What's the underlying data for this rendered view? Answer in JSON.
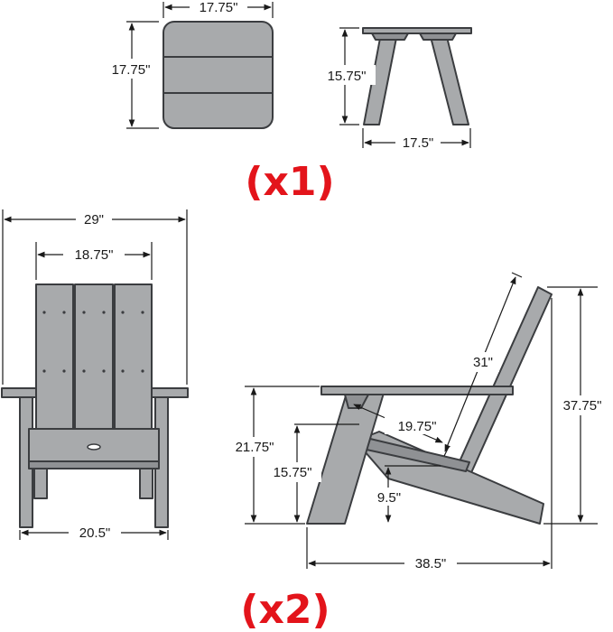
{
  "table": {
    "top_width": "17.75\"",
    "top_depth": "17.75\"",
    "height": "15.75\"",
    "base_width": "17.5\"",
    "quantity": "(x1)"
  },
  "chair": {
    "overall_width": "29\"",
    "back_width": "18.75\"",
    "seat_width": "20.5\"",
    "back_length": "31\"",
    "arm_depth": "19.75\"",
    "arm_height": "21.75\"",
    "seat_front_height": "15.75\"",
    "seat_rear_height": "9.5\"",
    "overall_height": "37.75\"",
    "overall_depth": "38.5\"",
    "quantity": "(x2)"
  },
  "colors": {
    "furniture": "#a8aaac",
    "outline": "#3b3d40",
    "quantity_text": "#e3141b"
  }
}
